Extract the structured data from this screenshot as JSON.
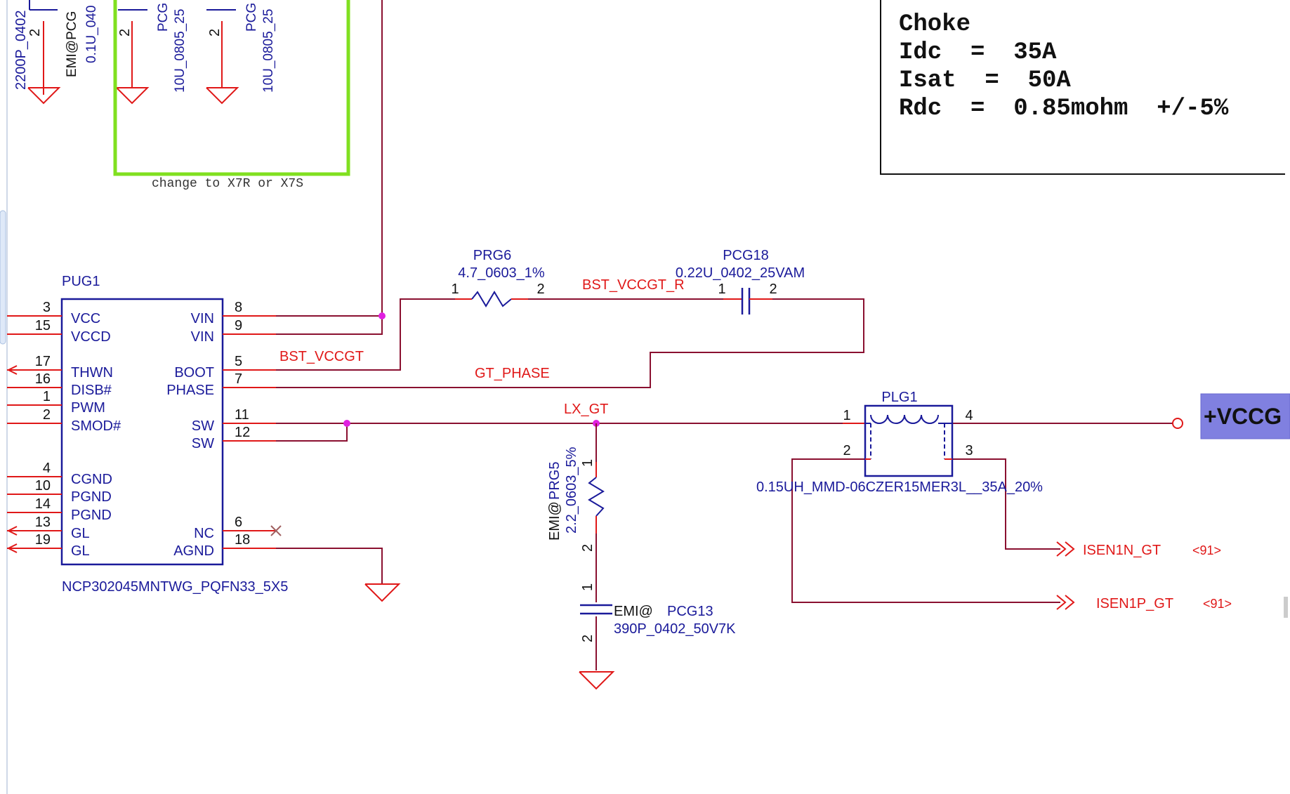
{
  "note_box": {
    "lines": [
      "Choke",
      "Idc  =  35A",
      "Isat  =  50A",
      "Rdc  =  0.85mohm  +/-5%"
    ]
  },
  "top_caps": {
    "c1_labels": [
      "2200P_0402",
      "2"
    ],
    "c2_labels": [
      "EMI@PCG",
      "0.1U_040"
    ],
    "c3_labels": [
      "PCG",
      "10U_0805_25",
      "2"
    ],
    "c4_labels": [
      "PCG",
      "10U_0805_25",
      "2"
    ],
    "note": "change to X7R or X7S"
  },
  "ic": {
    "refdes": "PUG1",
    "part": "NCP302045MNTWG_PQFN33_5X5",
    "left_pins": [
      {
        "num": "3",
        "name": "VCC"
      },
      {
        "num": "15",
        "name": "VCCD"
      },
      {
        "num": "17",
        "name": "THWN"
      },
      {
        "num": "16",
        "name": "DISB#"
      },
      {
        "num": "1",
        "name": "PWM"
      },
      {
        "num": "2",
        "name": "SMOD#"
      },
      {
        "num": "4",
        "name": "CGND"
      },
      {
        "num": "10",
        "name": "PGND"
      },
      {
        "num": "14",
        "name": "PGND"
      },
      {
        "num": "13",
        "name": "GL"
      },
      {
        "num": "19",
        "name": "GL"
      }
    ],
    "right_pins": [
      {
        "num": "8",
        "name": "VIN"
      },
      {
        "num": "9",
        "name": "VIN"
      },
      {
        "num": "5",
        "name": "BOOT"
      },
      {
        "num": "7",
        "name": "PHASE"
      },
      {
        "num": "11",
        "name": "SW"
      },
      {
        "num": "12",
        "name": "SW"
      },
      {
        "num": "6",
        "name": "NC"
      },
      {
        "num": "18",
        "name": "AGND"
      }
    ]
  },
  "prg6": {
    "refdes": "PRG6",
    "value": "4.7_0603_1%",
    "pin1": "1",
    "pin2": "2"
  },
  "pcg18": {
    "refdes": "PCG18",
    "value": "0.22U_0402_25VAM",
    "pin1": "1",
    "pin2": "2"
  },
  "nets": {
    "bst_r": "BST_VCCGT_R",
    "bst": "BST_VCCGT",
    "phase": "GT_PHASE",
    "lx": "LX_GT"
  },
  "prg5": {
    "refdes": "PRG5",
    "prefix": "EMI@",
    "value": "2.2_0603_5%",
    "pin1": "1",
    "pin2": "2"
  },
  "pcg13": {
    "refdes": "PCG13",
    "prefix": "EMI@",
    "value": "390P_0402_50V7K",
    "pin1": "1",
    "pin2": "2"
  },
  "plg1": {
    "refdes": "PLG1",
    "value": "0.15UH_MMD-06CZER15MER3L__35A_20%",
    "pins": [
      "1",
      "4",
      "2",
      "3"
    ]
  },
  "power_rail": "+VCCG",
  "isen": [
    {
      "name": "ISEN1N_GT",
      "ref": "<91>"
    },
    {
      "name": "ISEN1P_GT",
      "ref": "<91>"
    }
  ],
  "colors": {
    "wire": "#8a1030",
    "pin": "#e01818",
    "symbol": "#1a1a9a",
    "junction": "#e020e0",
    "rail_bg": "#8080e0",
    "frame": "#80e020"
  }
}
